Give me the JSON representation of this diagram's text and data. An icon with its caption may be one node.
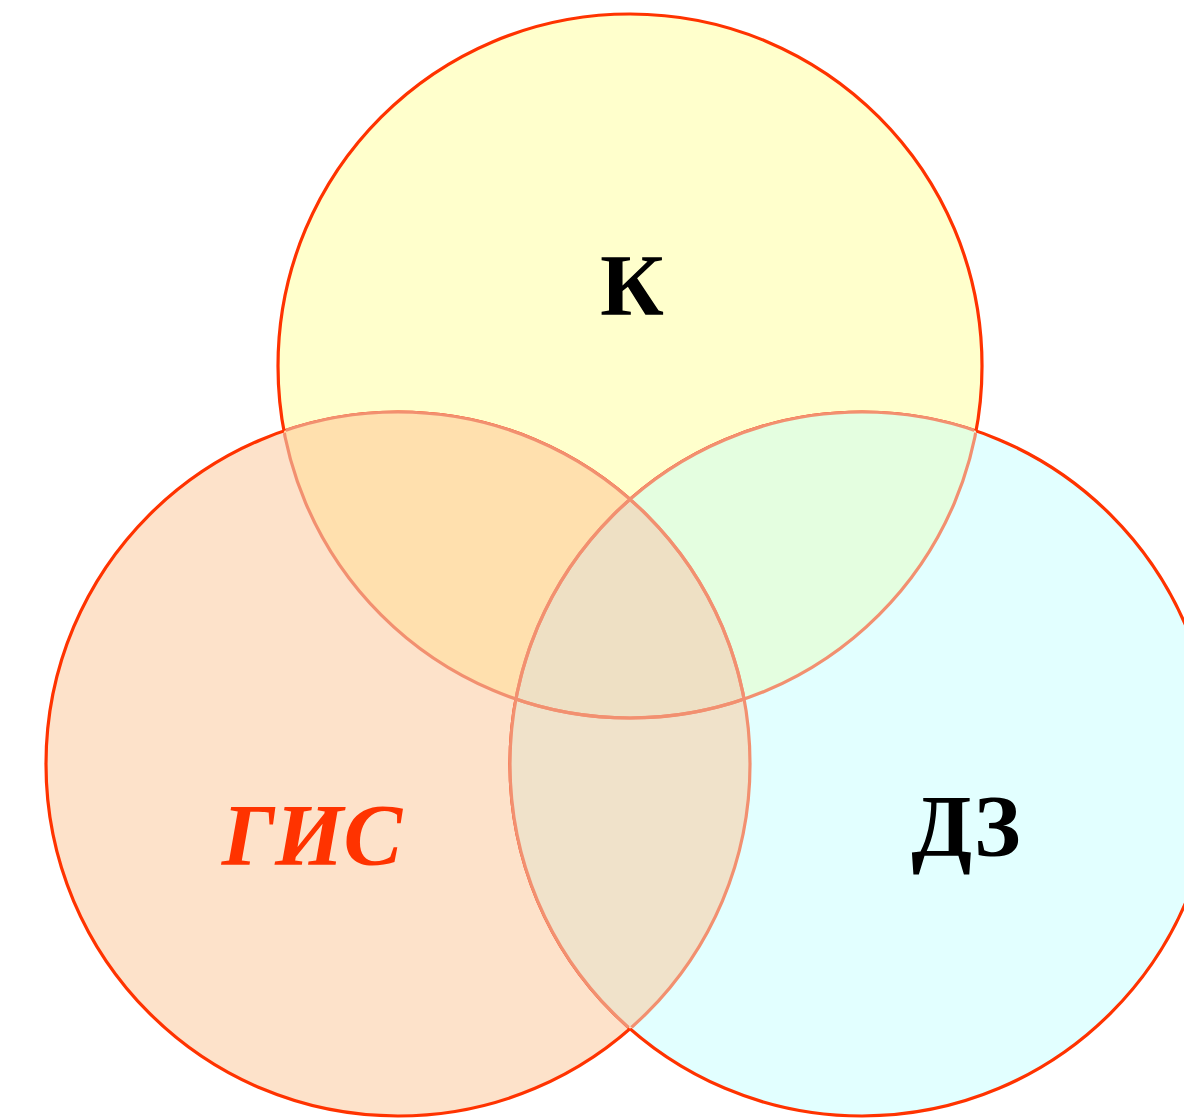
{
  "diagram": {
    "nodes": [
      {
        "text": [
          "К"
        ]
      },
      {
        "text": [
          "ГИС"
        ]
      },
      {
        "text": [
          "ДЗ"
        ]
      }
    ]
  }
}
